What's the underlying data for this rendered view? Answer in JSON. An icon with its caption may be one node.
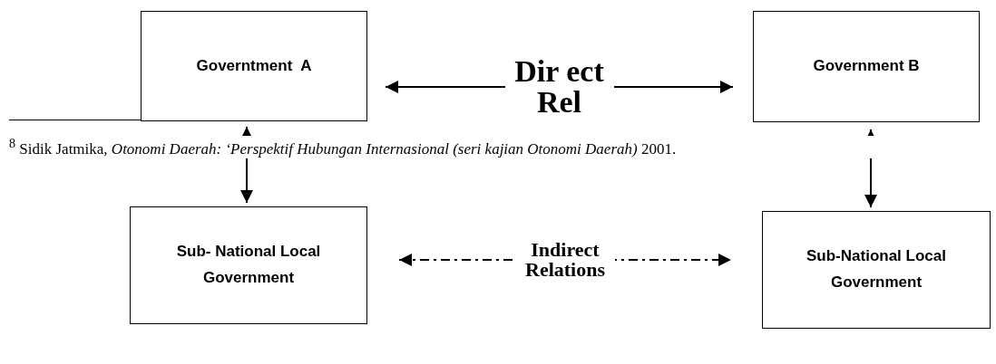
{
  "diagram": {
    "nodes": [
      {
        "text": [
          "Governtment  A"
        ]
      },
      {
        "text": [
          "Government B"
        ]
      },
      {
        "text": [
          "Sub- National Local Government"
        ]
      },
      {
        "text": [
          "Sub-National Local Government"
        ]
      }
    ],
    "edges": [
      {
        "from": 0,
        "to": 1,
        "arrow": "both",
        "label": "Dir ect Rel"
      },
      {
        "from": 2,
        "to": 3,
        "arrow": "both",
        "label": "Indirect Relations",
        "style": "dashed"
      },
      {
        "from": 0,
        "to": 2,
        "arrow": "both"
      },
      {
        "from": 1,
        "to": 3,
        "arrow": "both"
      }
    ],
    "labels": [
      "$^{8}$ Sidik Jatmika, *Otonomi Daerah: ‘Perspektif Hubungan Internasional (seri kajian Otonomi Daerah)* 2001."
    ]
  }
}
